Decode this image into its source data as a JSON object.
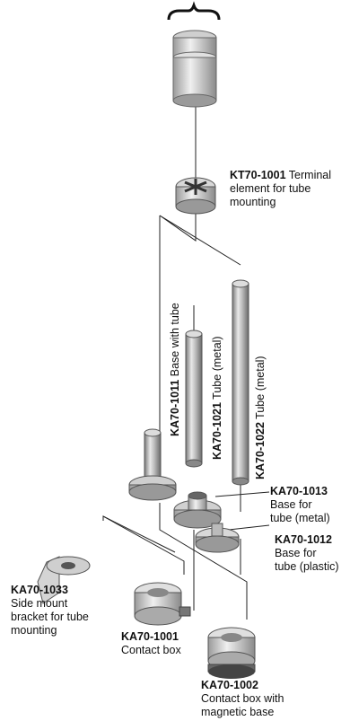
{
  "labels": {
    "kt70_1001": {
      "code": "KT70-1001",
      "desc_inline": "Terminal",
      "desc_lines": [
        "element for tube",
        "mounting"
      ]
    },
    "ka70_1011": {
      "code": "KA70-1011",
      "desc": "Base with tube"
    },
    "ka70_1021": {
      "code": "KA70-1021",
      "desc": "Tube (metal)"
    },
    "ka70_1022": {
      "code": "KA70-1022",
      "desc": "Tube (metal)"
    },
    "ka70_1013": {
      "code": "KA70-1013",
      "desc_lines": [
        "Base for",
        "tube (metal)"
      ]
    },
    "ka70_1012": {
      "code": "KA70-1012",
      "desc_lines": [
        "Base for",
        "tube (plastic)"
      ]
    },
    "ka70_1033": {
      "code": "KA70-1033",
      "desc_lines": [
        "Side mount",
        "bracket for tube",
        "mounting"
      ]
    },
    "ka70_1001": {
      "code": "KA70-1001",
      "desc_lines": [
        "Contact box"
      ]
    },
    "ka70_1002": {
      "code": "KA70-1002",
      "desc_lines": [
        "Contact box with",
        "magnetic base"
      ]
    }
  }
}
